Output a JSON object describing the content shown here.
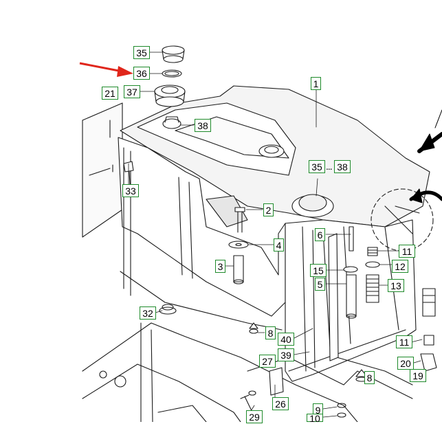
{
  "diagram": {
    "colors": {
      "callout_border": "#1e8a2a",
      "pointer_arrow": "#e0261b",
      "line_art": "#1a1a1a",
      "shading": "#e6e6e6"
    },
    "callouts": {
      "c35a": "35",
      "c36": "36",
      "c37": "37",
      "c21": "21",
      "c38a": "38",
      "c1": "1",
      "c33": "33",
      "c35b": "35",
      "c38b": "38",
      "c2": "2",
      "c4": "4",
      "c3": "3",
      "c6": "6",
      "c11a": "11",
      "c15": "15",
      "c12": "12",
      "c5": "5",
      "c13": "13",
      "c32": "32",
      "c8a": "8",
      "c40": "40",
      "c27": "27",
      "c39": "39",
      "c11b": "11",
      "c20": "20",
      "c19": "19",
      "c8b": "8",
      "c26": "26",
      "c29": "29",
      "c9": "9",
      "c10": "10"
    },
    "dots": "..."
  }
}
